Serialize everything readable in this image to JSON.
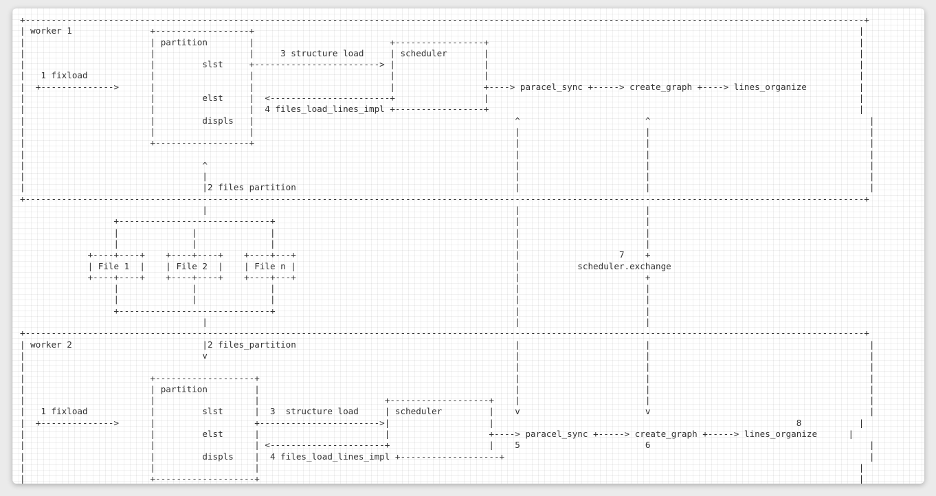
{
  "diagram": {
    "lines": [
      "+-----------------------------------------------------------------------------------------------------------------------------------------------------------------+",
      "| worker 1               +------------------+                                                                                                                    |",
      "|                        | partition        |                          +-----------------+                                                                       |",
      "|                        |                  |     3 structure load     | scheduler       |                                                                       |",
      "|                        |         slst     +------------------------> |                 |                                                                       |",
      "|   1 fixload            |                  |                          |                 |                                                                       |",
      "|  +-------------->      |                  |                          |                 +----> paracel_sync +-----> create_graph +----> lines_organize          |",
      "|                        |         elst     |  <-----------------------+                 |                                                                       |",
      "|                        |                  |  4 files_load_lines_impl +-----------------+                                                                       |",
      "|                        |         displs   |                                                  ^                        ^                                          |",
      "|                        |                  |                                                  |                        |                                          |",
      "|                        +------------------+                                                  |                        |                                          |",
      "|                                                                                              |                        |                                          |",
      "|                                  ^                                                           |                        |                                          |",
      "|                                  |                                                           |                        |                                          |",
      "|                                  |2 files partition                                          |                        |                                          |",
      "+-----------------------------------------------------------------------------------------------------------------------------------------------------------------+",
      "                                   |                                                           |                        |",
      "                  +-----------------------------+                                              |                        |",
      "                  |              |              |                                              |                        |",
      "                  |              |              |                                              |                        |",
      "             +----+----+    +----+----+    +----+---+                                          |                   7    +",
      "             | File 1  |    | File 2  |    | File n |                                          |           scheduler.exchange",
      "             +----+----+    +----+----+    +----+---+                                          |                        +",
      "                  |              |              |                                              |                        |",
      "                  |              |              |                                              |                        |",
      "                  +-----------------------------+                                              |                        |",
      "                                   |                                                           |                        |",
      "+-----------------------------------------------------------------------------------------------------------------------------------------------------------------+",
      "| worker 2                         |2 files_partition                                          |                        |                                          |",
      "|                                  v                                                           |                        |                                          |",
      "|                                                                                              |                        |                                          |",
      "|                        +-------------------+                                                 |                        |                                          |",
      "|                        | partition         |                                                 |                        |                                          |",
      "|                        |                   |                        +-------------------+    |                        |                                          |",
      "|   1 fixload            |         slst      |  3  structure load     | scheduler         |    v                        v                                          |",
      "|  +-------------->      |                   +----------------------->|                   |                                                          8           |",
      "|                        |         elst      |                        |                   +----> paracel_sync +-----> create_graph +-----> lines_organize      |",
      "|                        |                   | <----------------------+                   |    5                        6                                          |",
      "|                        |         displs    |  4 files_load_lines_impl +-------------------+                                                                      |",
      "|                        |                   |                                                                                                                   |",
      "|                        +-------------------+                                                                                                                   |",
      "+-----------------------------------------------------------------------------------------------------------------------------------------------------------------+"
    ]
  }
}
